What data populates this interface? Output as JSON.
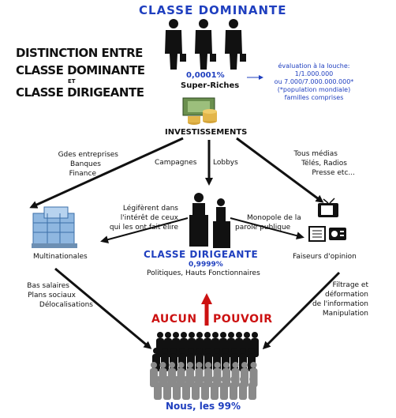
{
  "title_top": "CLASSE  DOMINANTE",
  "side_title": {
    "line1": "DISTINCTION ENTRE",
    "line2": "CLASSE DOMINANTE",
    "et": "ET",
    "line3": "CLASSE DIRIGEANTE"
  },
  "dominant": {
    "percent": "0,0001%",
    "label": "Super-Riches",
    "note": [
      "évaluation à la louche:",
      "1/1.000.000",
      "ou 7.000/7.000.000.000*",
      "(*population mondiale)",
      "familles comprises"
    ]
  },
  "investissements": "INVESTISSEMENTS",
  "left_branch": [
    "Gdes entreprises",
    "Banques",
    "Finance"
  ],
  "middle_branch": {
    "left": "Campagnes",
    "right": "Lobbys"
  },
  "right_branch": [
    "Tous médias",
    "Télés, Radios",
    "Presse etc..."
  ],
  "legiferent": [
    "Légifèrent dans",
    "l'intérêt de ceux",
    "qui les ont fait élire"
  ],
  "monopole": [
    "Monopole de la",
    "parole publique"
  ],
  "multinationales": "Multinationales",
  "faiseurs": "Faiseurs d'opinion",
  "dirigeante": {
    "title": "CLASSE DIRIGEANTE",
    "percent": "0,9999%",
    "label": "Politiques, Hauts Fonctionnaires"
  },
  "left_effects": [
    "Bas salaires",
    "Plans sociaux",
    "Délocalisations"
  ],
  "right_effects": [
    "Filtrage et",
    "déformation",
    "de l'information",
    "Manipulation"
  ],
  "aucun": "AUCUN",
  "pouvoir": "POUVOIR",
  "nous": "Nous,  les 99%",
  "colors": {
    "blue": "#1f3fbf",
    "red": "#cc1111",
    "black": "#111111"
  }
}
